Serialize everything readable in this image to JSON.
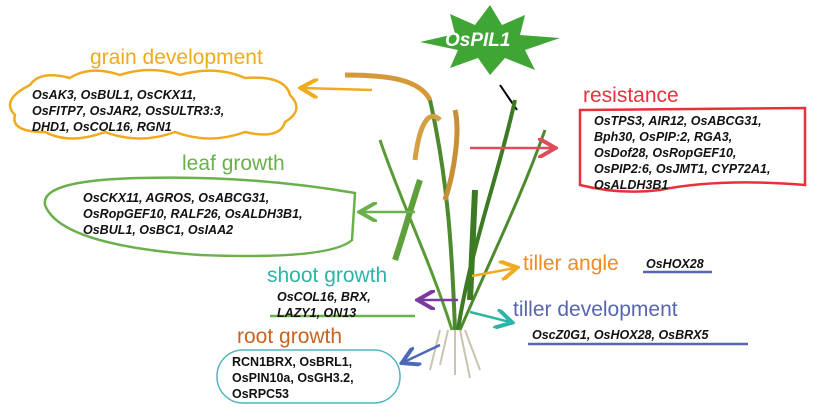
{
  "center": {
    "label": "OsPIL1"
  },
  "categories": {
    "grain": {
      "label": "grain development",
      "genes": "OsAK3,   OsBUL1,   OsCKX11,\nOsFITP7,    OsJAR2,   OsSULTR3:3,\nDHD1,   OsCOL16,   RGN1",
      "color": "#f0aa1e"
    },
    "resistance": {
      "label": "resistance",
      "genes": "OsTPS3,   AIR12,    OsABCG31,\nBph30,   OsPIP:2,   RGA3,\nOsDof28,   OsRopGEF10,\nOsPIP2:6,   OsJMT1,   CYP72A1,\nOsALDH3B1",
      "color": "#e8303a"
    },
    "leaf": {
      "label": "leaf growth",
      "genes": "OsCKX11,   AGROS,   OsABCG31,\nOsRopGEF10,   RALF26,   OsALDH3B1,\nOsBUL1,   OsBC1,   OsIAA2",
      "color": "#6ab04c"
    },
    "tiller_angle": {
      "label": "tiller angle",
      "genes": "OsHOX28",
      "color": "#f08a24"
    },
    "shoot": {
      "label": "shoot growth",
      "genes": "OsCOL16,    BRX,\nLAZY1,   ON13",
      "color": "#2bb5a8"
    },
    "tiller_dev": {
      "label": "tiller development",
      "genes": "OscZ0G1,   OsHOX28,   OsBRX5",
      "color": "#5865b0"
    },
    "root": {
      "label": "root growth",
      "genes": "RCN1BRX,   OsBRL1,\nOsPIN10a,   OsGH3.2,\nOsRPC53",
      "color": "#c86420"
    }
  }
}
